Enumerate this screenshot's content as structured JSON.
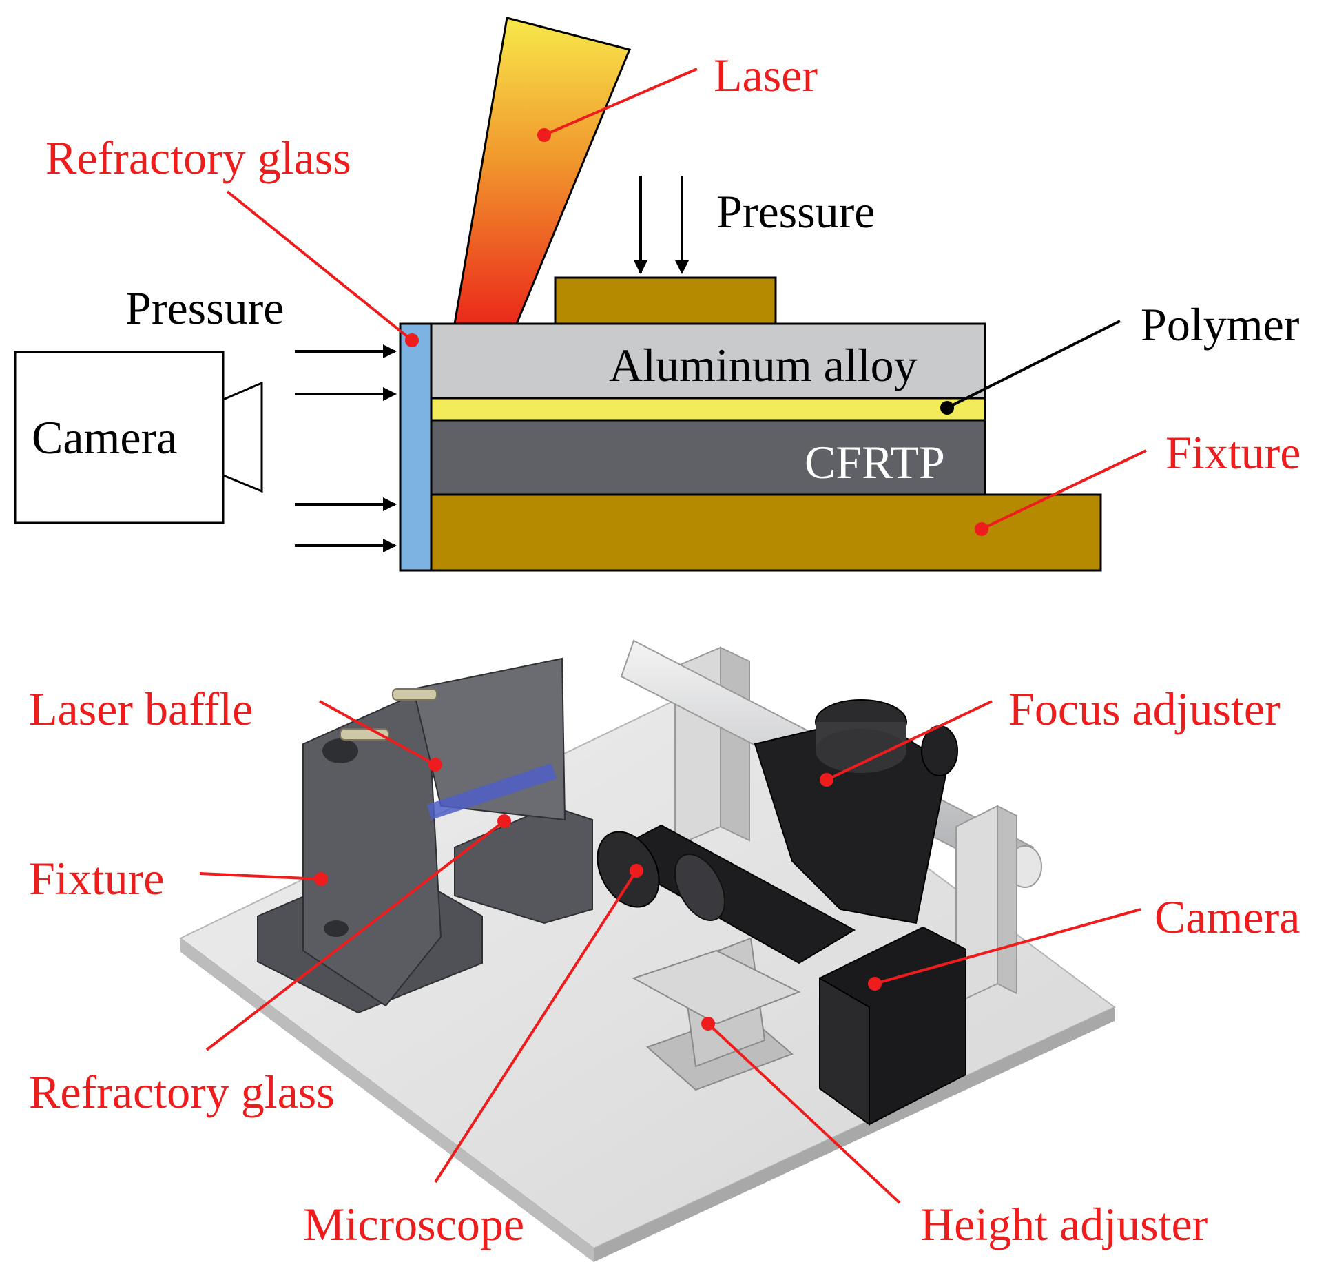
{
  "schematic": {
    "laser": "Laser",
    "refractory_glass": "Refractory glass",
    "pressure_top": "Pressure",
    "pressure_left": "Pressure",
    "polymer": "Polymer",
    "aluminum_alloy": "Aluminum alloy",
    "camera": "Camera",
    "cfrtp": "CFRTP",
    "fixture": "Fixture"
  },
  "apparatus": {
    "laser_baffle": "Laser baffle",
    "focus_adjuster": "Focus adjuster",
    "fixture": "Fixture",
    "camera": "Camera",
    "refractory_glass": "Refractory glass",
    "microscope": "Microscope",
    "height_adjuster": "Height adjuster"
  },
  "colors": {
    "label": "#ee1c1c",
    "aluminum": "#c9cacc",
    "polymer": "#f2ec5a",
    "cfrtp": "#5f6166",
    "fixture": "#b58a00",
    "glass": "#7cb3e2"
  }
}
